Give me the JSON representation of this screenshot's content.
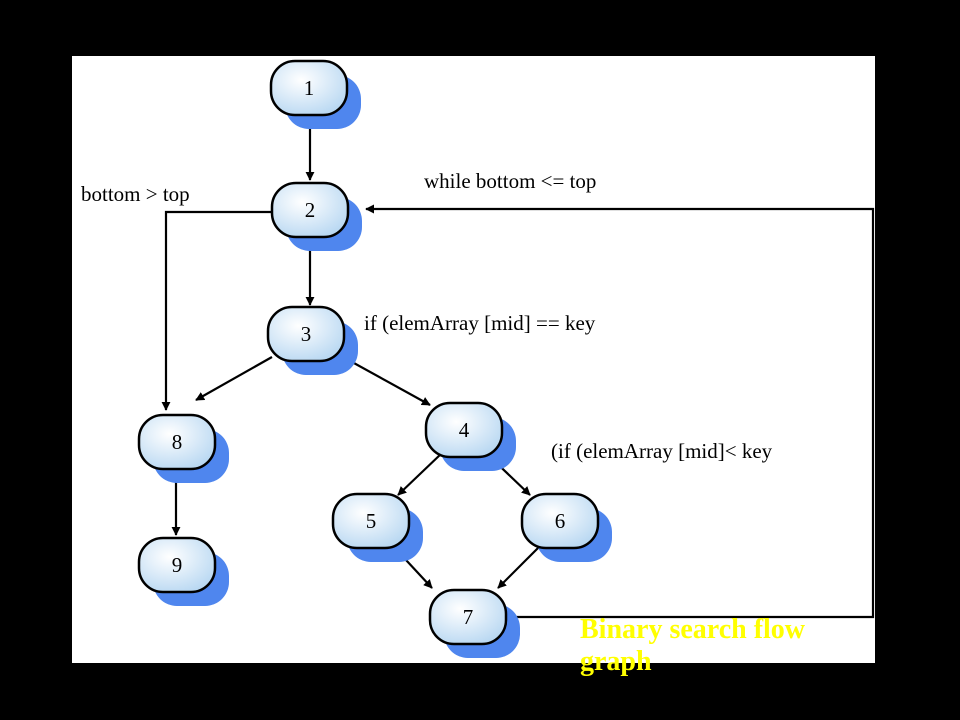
{
  "caption": "Binary search flow graph",
  "diagram": {
    "nodes": [
      {
        "id": "1",
        "label": "1"
      },
      {
        "id": "2",
        "label": "2"
      },
      {
        "id": "3",
        "label": "3"
      },
      {
        "id": "4",
        "label": "4"
      },
      {
        "id": "5",
        "label": "5"
      },
      {
        "id": "6",
        "label": "6"
      },
      {
        "id": "7",
        "label": "7"
      },
      {
        "id": "8",
        "label": "8"
      },
      {
        "id": "9",
        "label": "9"
      }
    ],
    "edges": [
      {
        "from": "1",
        "to": "2"
      },
      {
        "from": "2",
        "to": "3"
      },
      {
        "from": "2",
        "to": "8"
      },
      {
        "from": "3",
        "to": "8"
      },
      {
        "from": "3",
        "to": "4"
      },
      {
        "from": "4",
        "to": "5"
      },
      {
        "from": "4",
        "to": "6"
      },
      {
        "from": "5",
        "to": "7"
      },
      {
        "from": "6",
        "to": "7"
      },
      {
        "from": "7",
        "to": "2"
      },
      {
        "from": "8",
        "to": "9"
      }
    ],
    "annotations": {
      "loop_condition": "while bottom <= top",
      "exit_condition": "bottom > top",
      "equal_check": "if (elemArray [mid] == key",
      "less_check": "(if (elemArray [mid]< key"
    },
    "colors": {
      "node_fill_light": "#ffffff",
      "node_fill_dark": "#b9d8f2",
      "node_shadow": "#4f86ee",
      "caption": "#ffff00"
    }
  }
}
